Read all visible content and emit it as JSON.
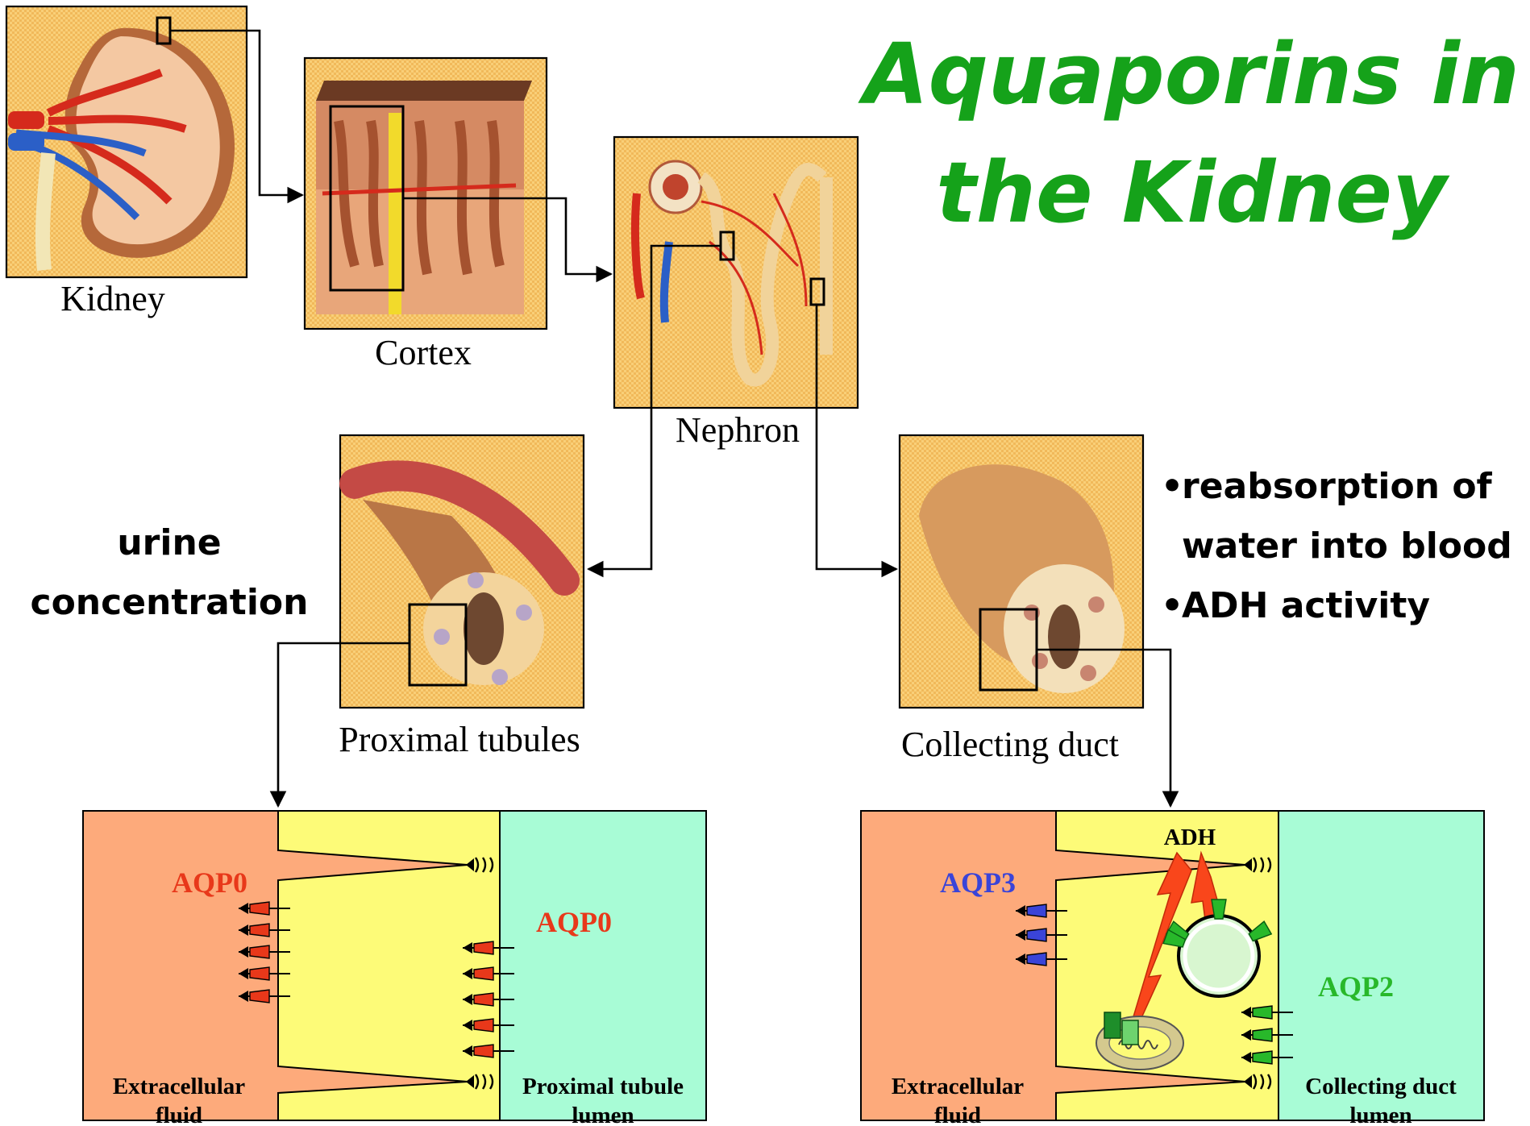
{
  "title": {
    "line1": "Aquaporins in",
    "line2": "the Kidney"
  },
  "panels": {
    "kidney": "Kidney",
    "cortex": "Cortex",
    "nephron": "Nephron",
    "proximal": "Proximal tubules",
    "collecting": "Collecting duct"
  },
  "notes": {
    "left": {
      "line1": "urine",
      "line2": "concentration"
    },
    "right": {
      "bullet": "•",
      "item1_line1": "reabsorption  of",
      "item1_line2": "water into blood",
      "item2": "ADH activity"
    }
  },
  "proximal_cell": {
    "extracellular_line1": "Extracellular",
    "extracellular_line2": "fluid",
    "lumen_line1": "Proximal tubule",
    "lumen_line2": "lumen",
    "aqp_basolateral": "AQP0",
    "aqp_apical": "AQP0"
  },
  "collecting_cell": {
    "extracellular_line1": "Extracellular",
    "extracellular_line2": "fluid",
    "lumen_line1": "Collecting duct",
    "lumen_line2": "lumen",
    "aqp_basolateral": "AQP3",
    "aqp_apical": "AQP2",
    "hormone": "ADH"
  },
  "colors": {
    "title_green": "#15a21a",
    "extracellular": "#fdaa7b",
    "cytoplasm": "#fdfb78",
    "lumen": "#a8fcd6",
    "aqp0": "#e8381a",
    "aqp3": "#3a44d8",
    "aqp2": "#28b82a",
    "panel_bg": "#f7c86e"
  }
}
